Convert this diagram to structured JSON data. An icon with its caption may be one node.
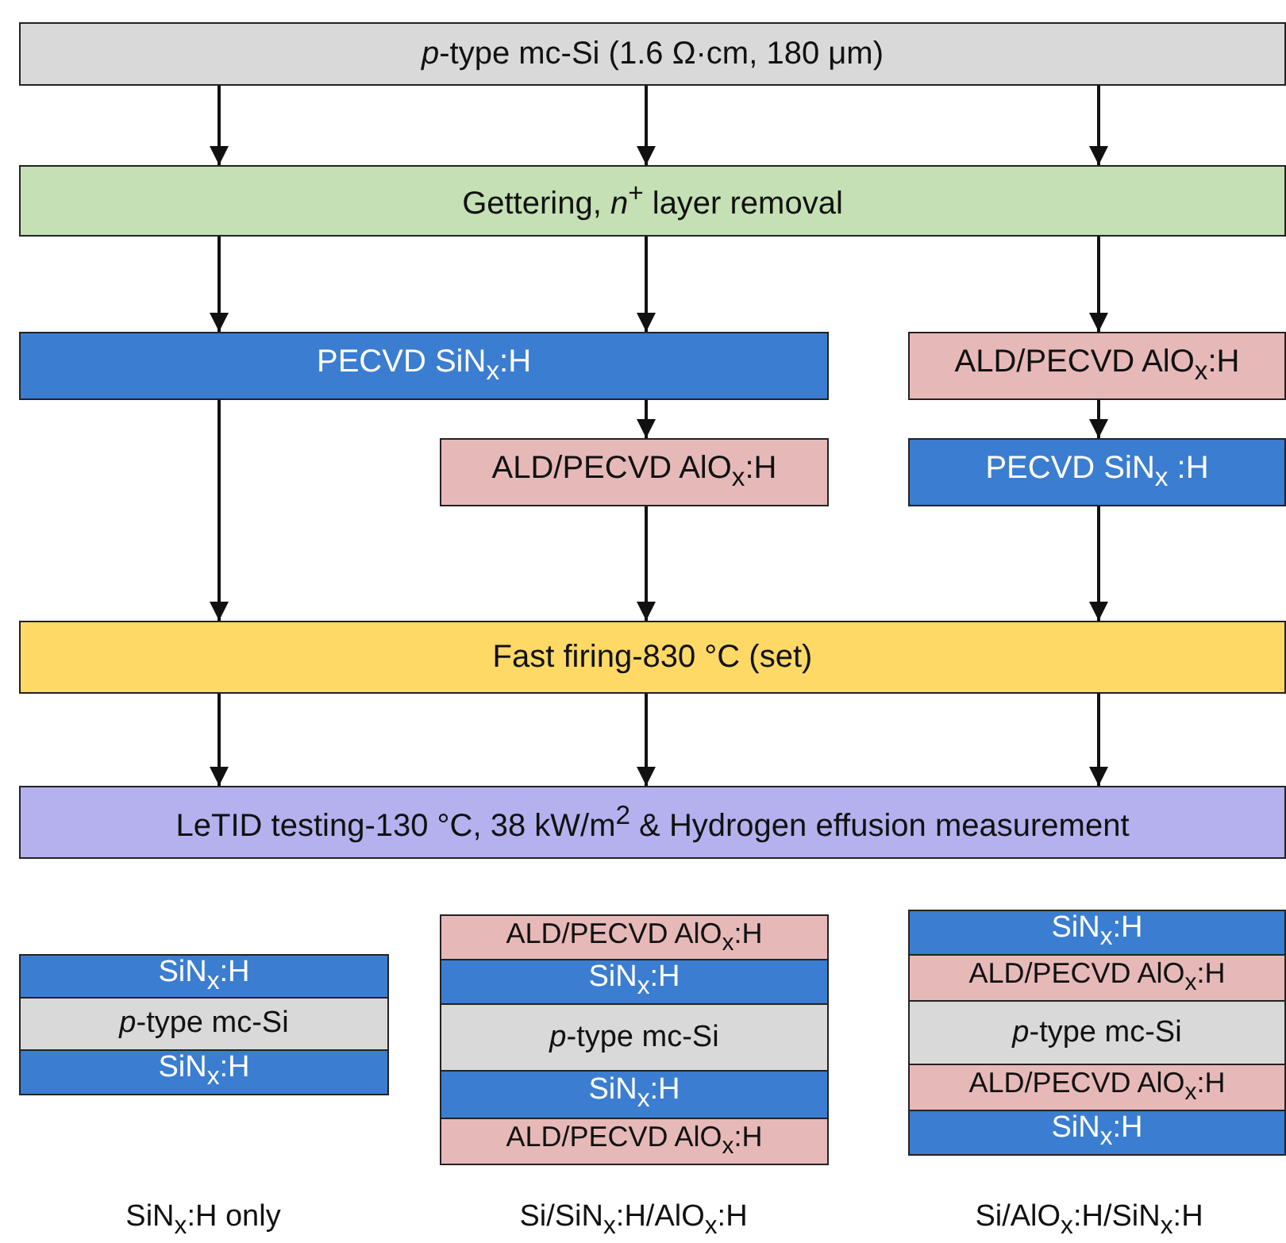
{
  "diagram": {
    "nodes": [
      {
        "text": [
          "*p*-type mc-Si (1.6 Ω·cm, 180 μm)"
        ]
      },
      {
        "text": [
          "Gettering, *n*$^{+}$ layer removal"
        ]
      },
      {
        "text": [
          "PECVD SiN$_{x}$:H"
        ]
      },
      {
        "text": [
          "ALD/PECVD AlO$_{x}$:H"
        ]
      },
      {
        "text": [
          "ALD/PECVD AlO$_{x}$:H"
        ]
      },
      {
        "text": [
          "PECVD SiN$_{x}$ :H"
        ]
      },
      {
        "text": [
          "Fast firing-830 °C (set)"
        ]
      },
      {
        "text": [
          "LeTID testing-130 °C, 38 kW/m$^{2}$ & Hydrogen effusion measurement"
        ]
      },
      {
        "text": [
          "SiN$_{x}$:H"
        ]
      },
      {
        "text": [
          "*p*-type mc-Si"
        ]
      },
      {
        "text": [
          "SiN$_{x}$:H"
        ]
      },
      {
        "text": [
          "ALD/PECVD AlO$_{x}$:H"
        ]
      },
      {
        "text": [
          "SiN$_{x}$:H"
        ]
      },
      {
        "text": [
          "*p*-type mc-Si"
        ]
      },
      {
        "text": [
          "SiN$_{x}$:H"
        ]
      },
      {
        "text": [
          "ALD/PECVD AlO$_{x}$:H"
        ]
      },
      {
        "text": [
          "SiN$_{x}$:H"
        ]
      },
      {
        "text": [
          "ALD/PECVD AlO$_{x}$:H"
        ]
      },
      {
        "text": [
          "*p*-type mc-Si"
        ]
      },
      {
        "text": [
          "ALD/PECVD AlO$_{x}$:H"
        ]
      },
      {
        "text": [
          "SiN$_{x}$:H"
        ]
      }
    ],
    "edges": [
      {
        "from": 0,
        "to": 1,
        "arrow": "to"
      },
      {
        "from": 0,
        "to": 1,
        "arrow": "to"
      },
      {
        "from": 0,
        "to": 1,
        "arrow": "to"
      },
      {
        "from": 1,
        "to": 2,
        "arrow": "to"
      },
      {
        "from": 1,
        "to": 2,
        "arrow": "to"
      },
      {
        "from": 1,
        "to": 3,
        "arrow": "to"
      },
      {
        "from": 2,
        "to": 4,
        "arrow": "to"
      },
      {
        "from": 3,
        "to": 5,
        "arrow": "to"
      },
      {
        "from": 2,
        "to": 6,
        "arrow": "to"
      },
      {
        "from": 4,
        "to": 6,
        "arrow": "to"
      },
      {
        "from": 5,
        "to": 6,
        "arrow": "to"
      },
      {
        "from": 6,
        "to": 7,
        "arrow": "to"
      },
      {
        "from": 6,
        "to": 7,
        "arrow": "to"
      },
      {
        "from": 6,
        "to": 7,
        "arrow": "to"
      }
    ],
    "labels": [
      "SiN$_{x}$:H only",
      "Si/SiN$_{x}$:H/AlO$_{x}$:H",
      "Si/AlO$_{x}$:H/SiN$_{x}$:H"
    ]
  }
}
